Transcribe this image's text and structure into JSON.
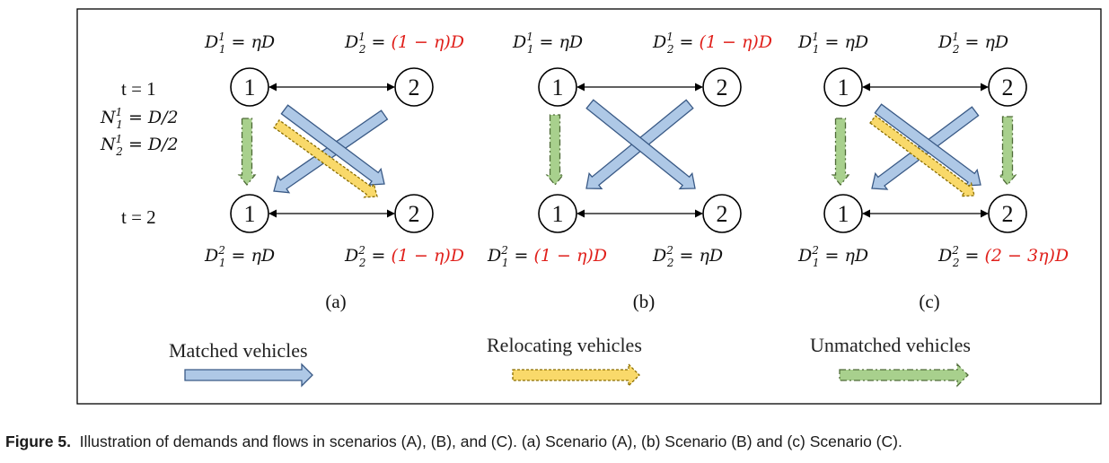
{
  "left_labels": {
    "t1": "t = 1",
    "n1": "N",
    "n1_rhs": " = D/2",
    "n2": "N",
    "n2_rhs": " = D/2",
    "t2": "t = 2"
  },
  "panels": [
    {
      "tag": "(a)",
      "top": {
        "d1": "ηD",
        "d2": "(1 − η)D"
      },
      "bottom": {
        "d1": "ηD",
        "d2": "(1 − η)D"
      }
    },
    {
      "tag": "(b)",
      "top": {
        "d1": "ηD",
        "d2": "(1 − η)D"
      },
      "bottom": {
        "d1": "(1 − η)D",
        "d2": "ηD"
      }
    },
    {
      "tag": "(c)",
      "top": {
        "d1": "ηD",
        "d2": "ηD"
      },
      "bottom": {
        "d1": "ηD",
        "d2": "(2 − 3η)D"
      }
    }
  ],
  "node_labels": [
    "1",
    "2"
  ],
  "legend": {
    "matched": "Matched vehicles",
    "relocating": "Relocating vehicles",
    "unmatched": "Unmatched vehicles"
  },
  "colors": {
    "matched_fill": "#aec8e6",
    "matched_stroke": "#3a5a86",
    "relocating_fill": "#f9d96a",
    "relocating_stroke": "#8a6d00",
    "unmatched_fill": "#a8d08d",
    "unmatched_stroke": "#4f6b38",
    "red_text": "#e0201b"
  },
  "caption": {
    "label": "Figure 5.",
    "text": "Illustration of demands and flows in scenarios (A), (B), and (C). (a) Scenario (A), (b) Scenario (B) and (c) Scenario (C)."
  }
}
